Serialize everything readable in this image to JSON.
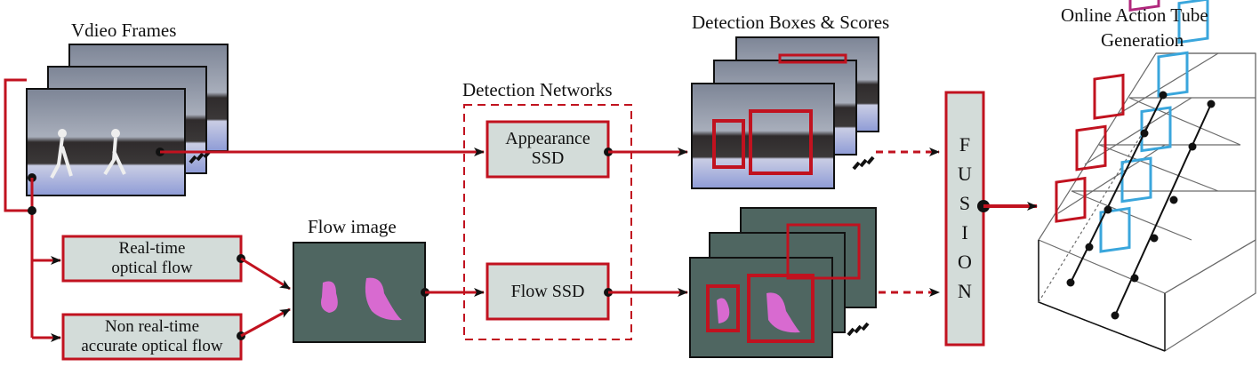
{
  "labels": {
    "video_frames": "Vdieo Frames",
    "detection_networks": "Detection Networks",
    "detection_boxes_scores": "Detection Boxes & Scores",
    "online_action_tube_line1": "Online Action Tube",
    "online_action_tube_line2": "Generation",
    "flow_image": "Flow image"
  },
  "boxes": {
    "realtime_flow_line1": "Real-time",
    "realtime_flow_line2": "optical flow",
    "nonrealtime_flow_line1": "Non real-time",
    "nonrealtime_flow_line2": "accurate optical flow",
    "appearance_ssd_line1": "Appearance",
    "appearance_ssd_line2": "SSD",
    "flow_ssd": "Flow SSD",
    "fusion_letters": [
      "F",
      "U",
      "S",
      "I",
      "O",
      "N"
    ]
  },
  "colors": {
    "accent_red": "#c1121f",
    "box_fill": "#d3dcd9",
    "flow_bg": "#4f6661",
    "flow_blob": "#d86ad0",
    "tube_blue": "#3aa6dc",
    "tube_magenta": "#b1287d",
    "arrow_black": "#111111"
  }
}
